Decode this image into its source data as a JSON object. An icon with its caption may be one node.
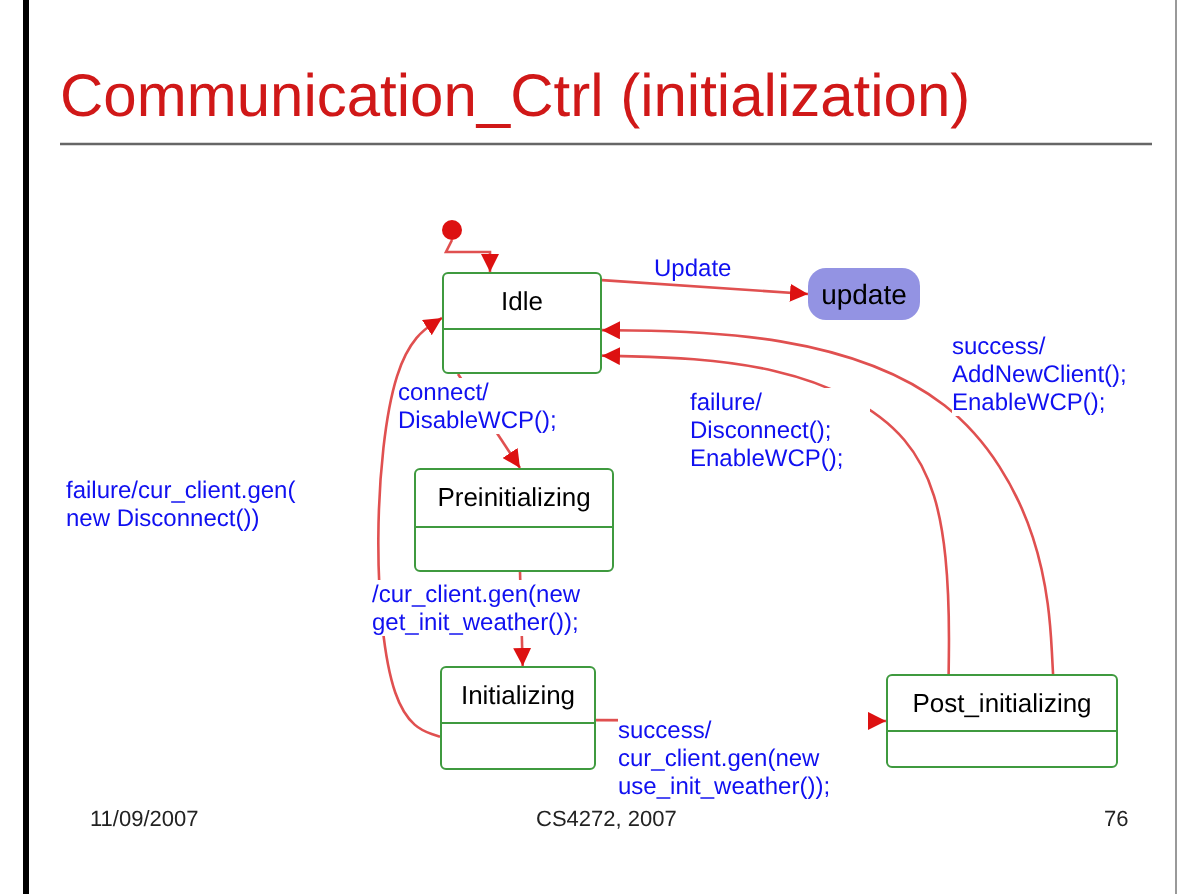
{
  "diagram": {
    "title": "Communication_Ctrl (initialization)",
    "nodes": [
      {
        "text": [],
        "shape": "circle"
      },
      {
        "text": [
          "Idle"
        ]
      },
      {
        "text": [
          "update"
        ]
      },
      {
        "text": [
          "Preinitializing"
        ]
      },
      {
        "text": [
          "Initializing"
        ]
      },
      {
        "text": [
          "Post_initializing"
        ]
      }
    ],
    "edges": [
      {
        "from": 0,
        "to": 1,
        "arrow": "to"
      },
      {
        "from": 1,
        "to": 2,
        "arrow": "to",
        "label": "Update"
      },
      {
        "from": 1,
        "to": 3,
        "arrow": "to",
        "label": "connect/ DisableWCP();"
      },
      {
        "from": 3,
        "to": 4,
        "arrow": "to",
        "label": "/cur_client.gen(new get_init_weather());"
      },
      {
        "from": 4,
        "to": 1,
        "arrow": "to",
        "label": "failure/cur_client.gen( new Disconnect())"
      },
      {
        "from": 4,
        "to": 5,
        "arrow": "to",
        "label": "success/ cur_client.gen(new use_init_weather());"
      },
      {
        "from": 5,
        "to": 1,
        "arrow": "to",
        "label": "failure/ Disconnect(); EnableWCP();"
      },
      {
        "from": 5,
        "to": 1,
        "arrow": "to",
        "label": "success/ AddNewClient(); EnableWCP();"
      }
    ],
    "labels": [
      "11/09/2007",
      "CS4272, 2007",
      "76"
    ]
  }
}
